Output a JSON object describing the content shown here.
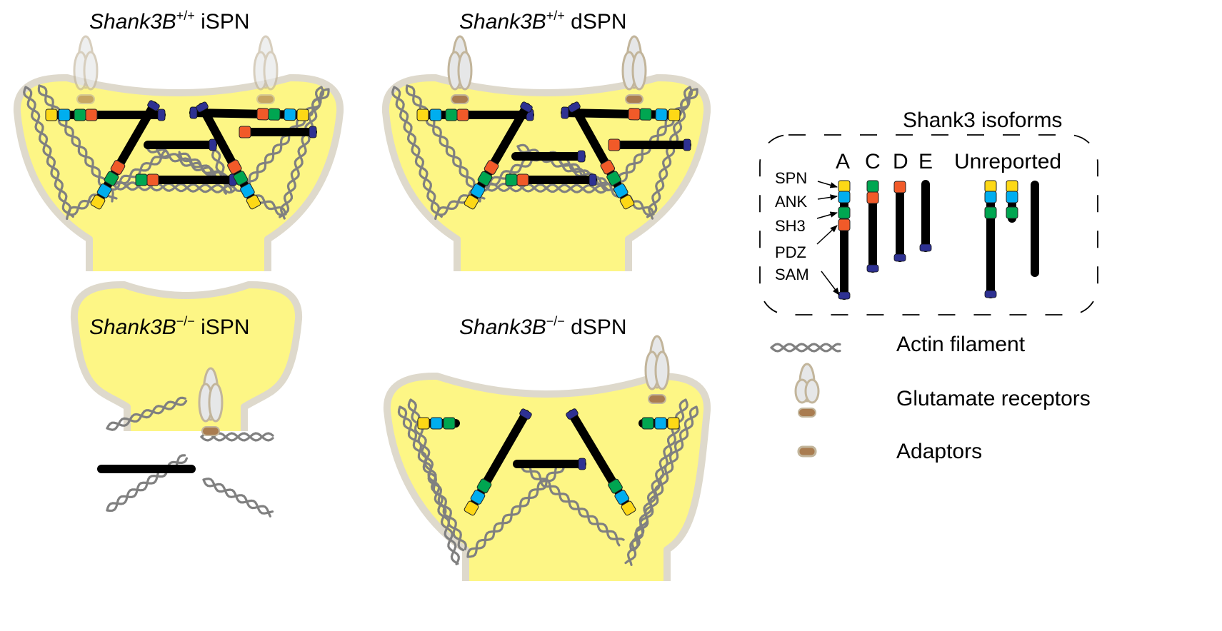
{
  "panels": [
    {
      "gene": "Shank3B",
      "genotype": "+/+",
      "cell": "iSPN"
    },
    {
      "gene": "Shank3B",
      "genotype": "+/+",
      "cell": "dSPN"
    },
    {
      "gene": "Shank3B",
      "genotype": "-/-",
      "cell": "iSPN"
    },
    {
      "gene": "Shank3B",
      "genotype": "-/-",
      "cell": "dSPN"
    }
  ],
  "isoforms": {
    "title": "Shank3 isoforms",
    "columns": [
      "A",
      "C",
      "D",
      "E",
      "Unreported"
    ],
    "domains": [
      "SPN",
      "ANK",
      "SH3",
      "PDZ",
      "SAM"
    ]
  },
  "legend": {
    "actin": "Actin filament",
    "receptors": "Glutamate receptors",
    "adaptors": "Adaptors"
  },
  "colors": {
    "spine_fill": "#fdf685",
    "spine_border": "#ded9cc",
    "SPN": "#fdd816",
    "ANK": "#00aeef",
    "SH3": "#00a651",
    "PDZ": "#f15a29",
    "SAM": "#2e3192",
    "actin": "#808080",
    "receptor_fill": "#e6e7e8",
    "receptor_stroke": "#c2b59b",
    "adaptor": "#a97c50"
  }
}
